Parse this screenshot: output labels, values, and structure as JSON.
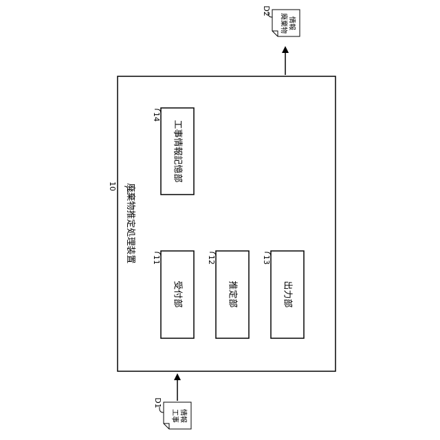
{
  "device": {
    "ref": "10",
    "title": "廃棄物推定処理装置"
  },
  "units": [
    {
      "ref": "11",
      "label": "受付部"
    },
    {
      "ref": "12",
      "label": "推定部"
    },
    {
      "ref": "13",
      "label": "出力部"
    },
    {
      "ref": "14",
      "label": "工事情報記憶部"
    }
  ],
  "documents": {
    "input": {
      "ref": "D1",
      "line1": "工事",
      "line2": "情報"
    },
    "output": {
      "ref": "D2",
      "line1": "廃棄物",
      "line2": "情報"
    }
  }
}
